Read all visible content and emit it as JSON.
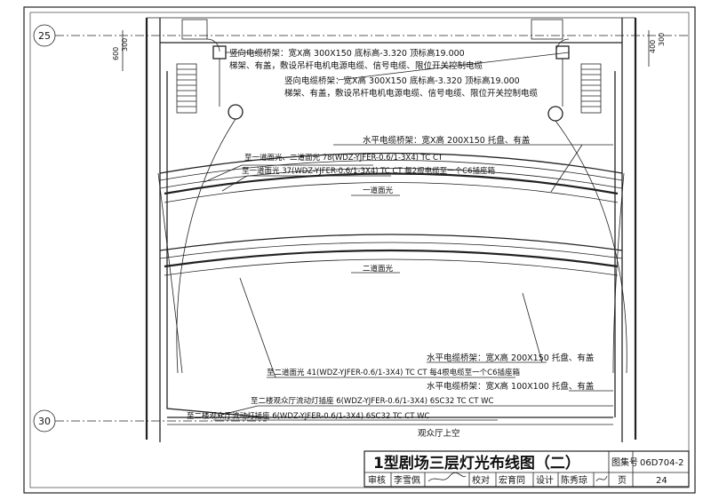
{
  "grid_labels": {
    "top": "25",
    "bottom": "30"
  },
  "dimensions": {
    "top_left": "600",
    "top_left_2": "300",
    "top_right": "400",
    "top_right_2": "300"
  },
  "notes": {
    "vertical_tray_1_line1": "竖向电缆桥架：宽X高  300X150  底标高-3.320  顶标高19.000",
    "vertical_tray_1_line2": "梯架、有盖，敷设吊杆电机电源电缆、信号电缆、限位开关控制电缆",
    "vertical_tray_2_line1": "竖向电缆桥架：宽X高  300X150  底标高-3.320  顶标高19.000",
    "vertical_tray_2_line2": "梯架、有盖，敷设吊杆电机电源电缆、信号电缆、限位开关控制电缆",
    "horizontal_tray_top": "水平电缆桥架：宽X高  200X150  托盘、有盖",
    "circuit_1": "至一道面光、二道面光  78(WDZ-YJFER-0.6/1-3X4)  TC  CT",
    "circuit_2": "至一道面光  37(WDZ-YJFER-0.6/1-3X4)  TC  CT  每2根电缆至一个C6插座箱",
    "label_first_light": "一道面光",
    "label_second_light": "二道面光",
    "horizontal_tray_mid": "水平电缆桥架：宽X高  200X150  托盘、有盖",
    "circuit_3": "至二道面光  41(WDZ-YJFER-0.6/1-3X4)  TC  CT  每4根电缆至一个C6插座箱",
    "horizontal_tray_small": "水平电缆桥架：宽X高  100X100  托盘、有盖",
    "circuit_4": "至二楼观众厅流动灯插座  6(WDZ-YJFER-0.6/1-3X4)  6SC32  TC  CT  WC",
    "circuit_5": "至二楼观众厅流动灯插座  6(WDZ-YJFER-0.6/1-3X4)  6SC32  TC  CT  WC",
    "label_void": "观众厅上空"
  },
  "title_block": {
    "title": "1型剧场三层灯光布线图（二）",
    "atlas_label": "图集号",
    "atlas_no": "06D704-2",
    "review_label": "审核",
    "reviewer": "李雪佩",
    "check_label": "校对",
    "checker": "宏育同",
    "design_label": "设计",
    "designer": "陈秀琼",
    "page_label": "页",
    "page_no": "24"
  }
}
